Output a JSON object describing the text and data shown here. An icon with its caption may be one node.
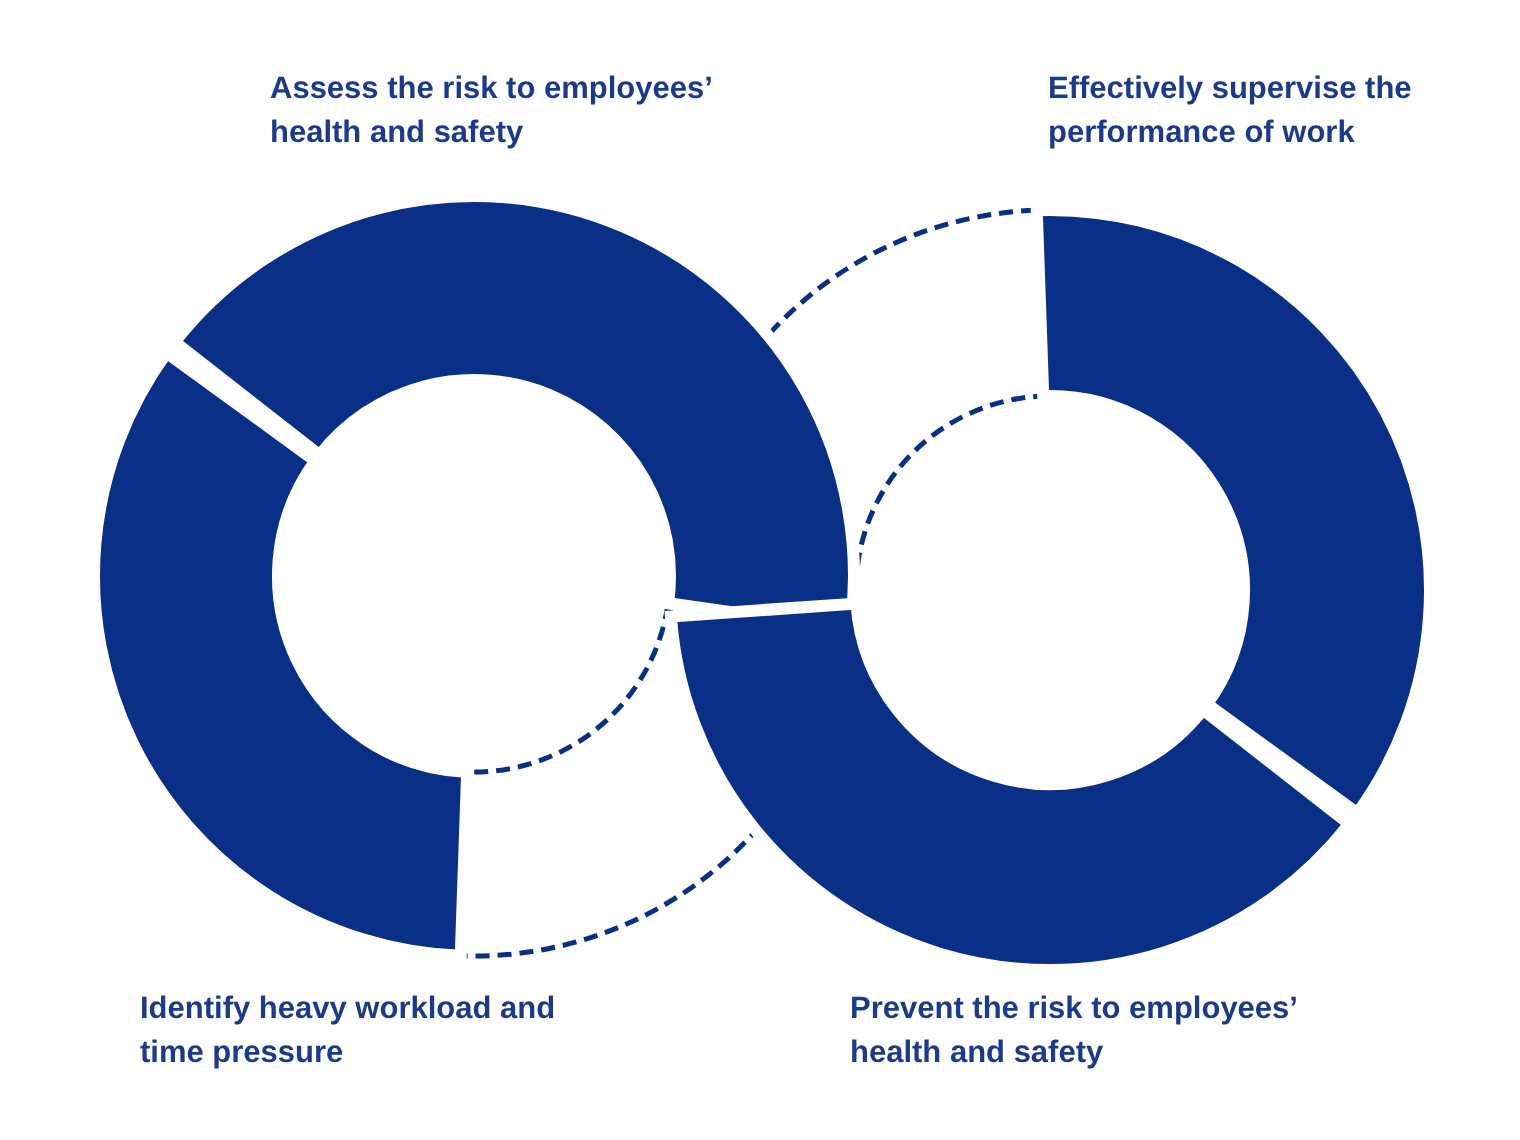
{
  "diagram": {
    "labels": [
      "Assess the risk to employees’ health and safety",
      "Effectively supervise the performance of work",
      "Identify heavy workload and time pressure",
      "Prevent the risk to employees’ health and safety"
    ]
  }
}
